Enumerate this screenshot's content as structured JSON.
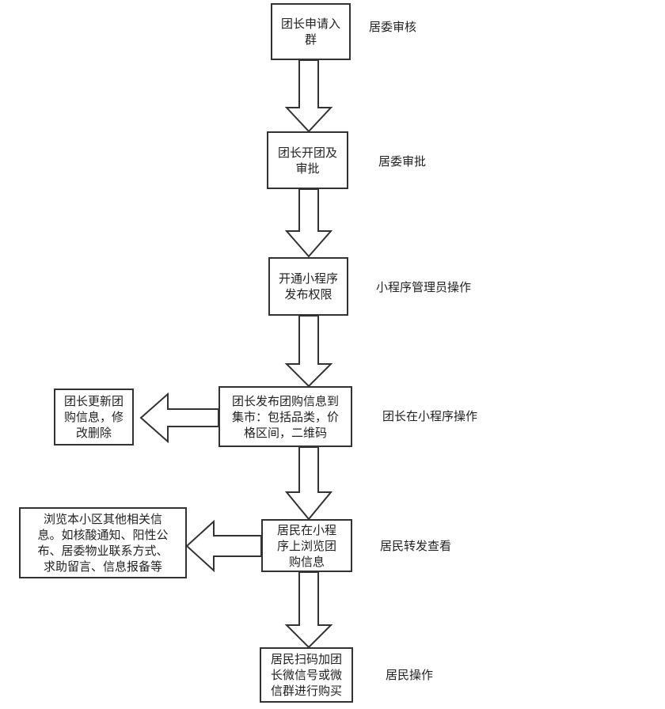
{
  "steps": [
    {
      "text": "团长申请入\n群",
      "note": "居委审核"
    },
    {
      "text": "团长开团及\n审批",
      "note": "居委审批"
    },
    {
      "text": "开通小程序\n发布权限",
      "note": "小程序管理员操作"
    },
    {
      "text": "团长发布团购信息到\n集市：包括品类，价\n格区间，二维码",
      "note": "团长在小程序操作"
    },
    {
      "text": "居民在小程\n序上浏览团\n购信息",
      "note": "居民转发查看"
    },
    {
      "text": "居民扫码加团\n长微信号或微\n信群进行购买",
      "note": "居民操作"
    }
  ],
  "side_boxes": [
    {
      "text": "团长更新团\n购信息，修\n改删除"
    },
    {
      "text": "浏览本小区其他相关信\n息。如核酸通知、阳性公\n布、居委物业联系方式、\n求助留言、信息报备等"
    }
  ]
}
